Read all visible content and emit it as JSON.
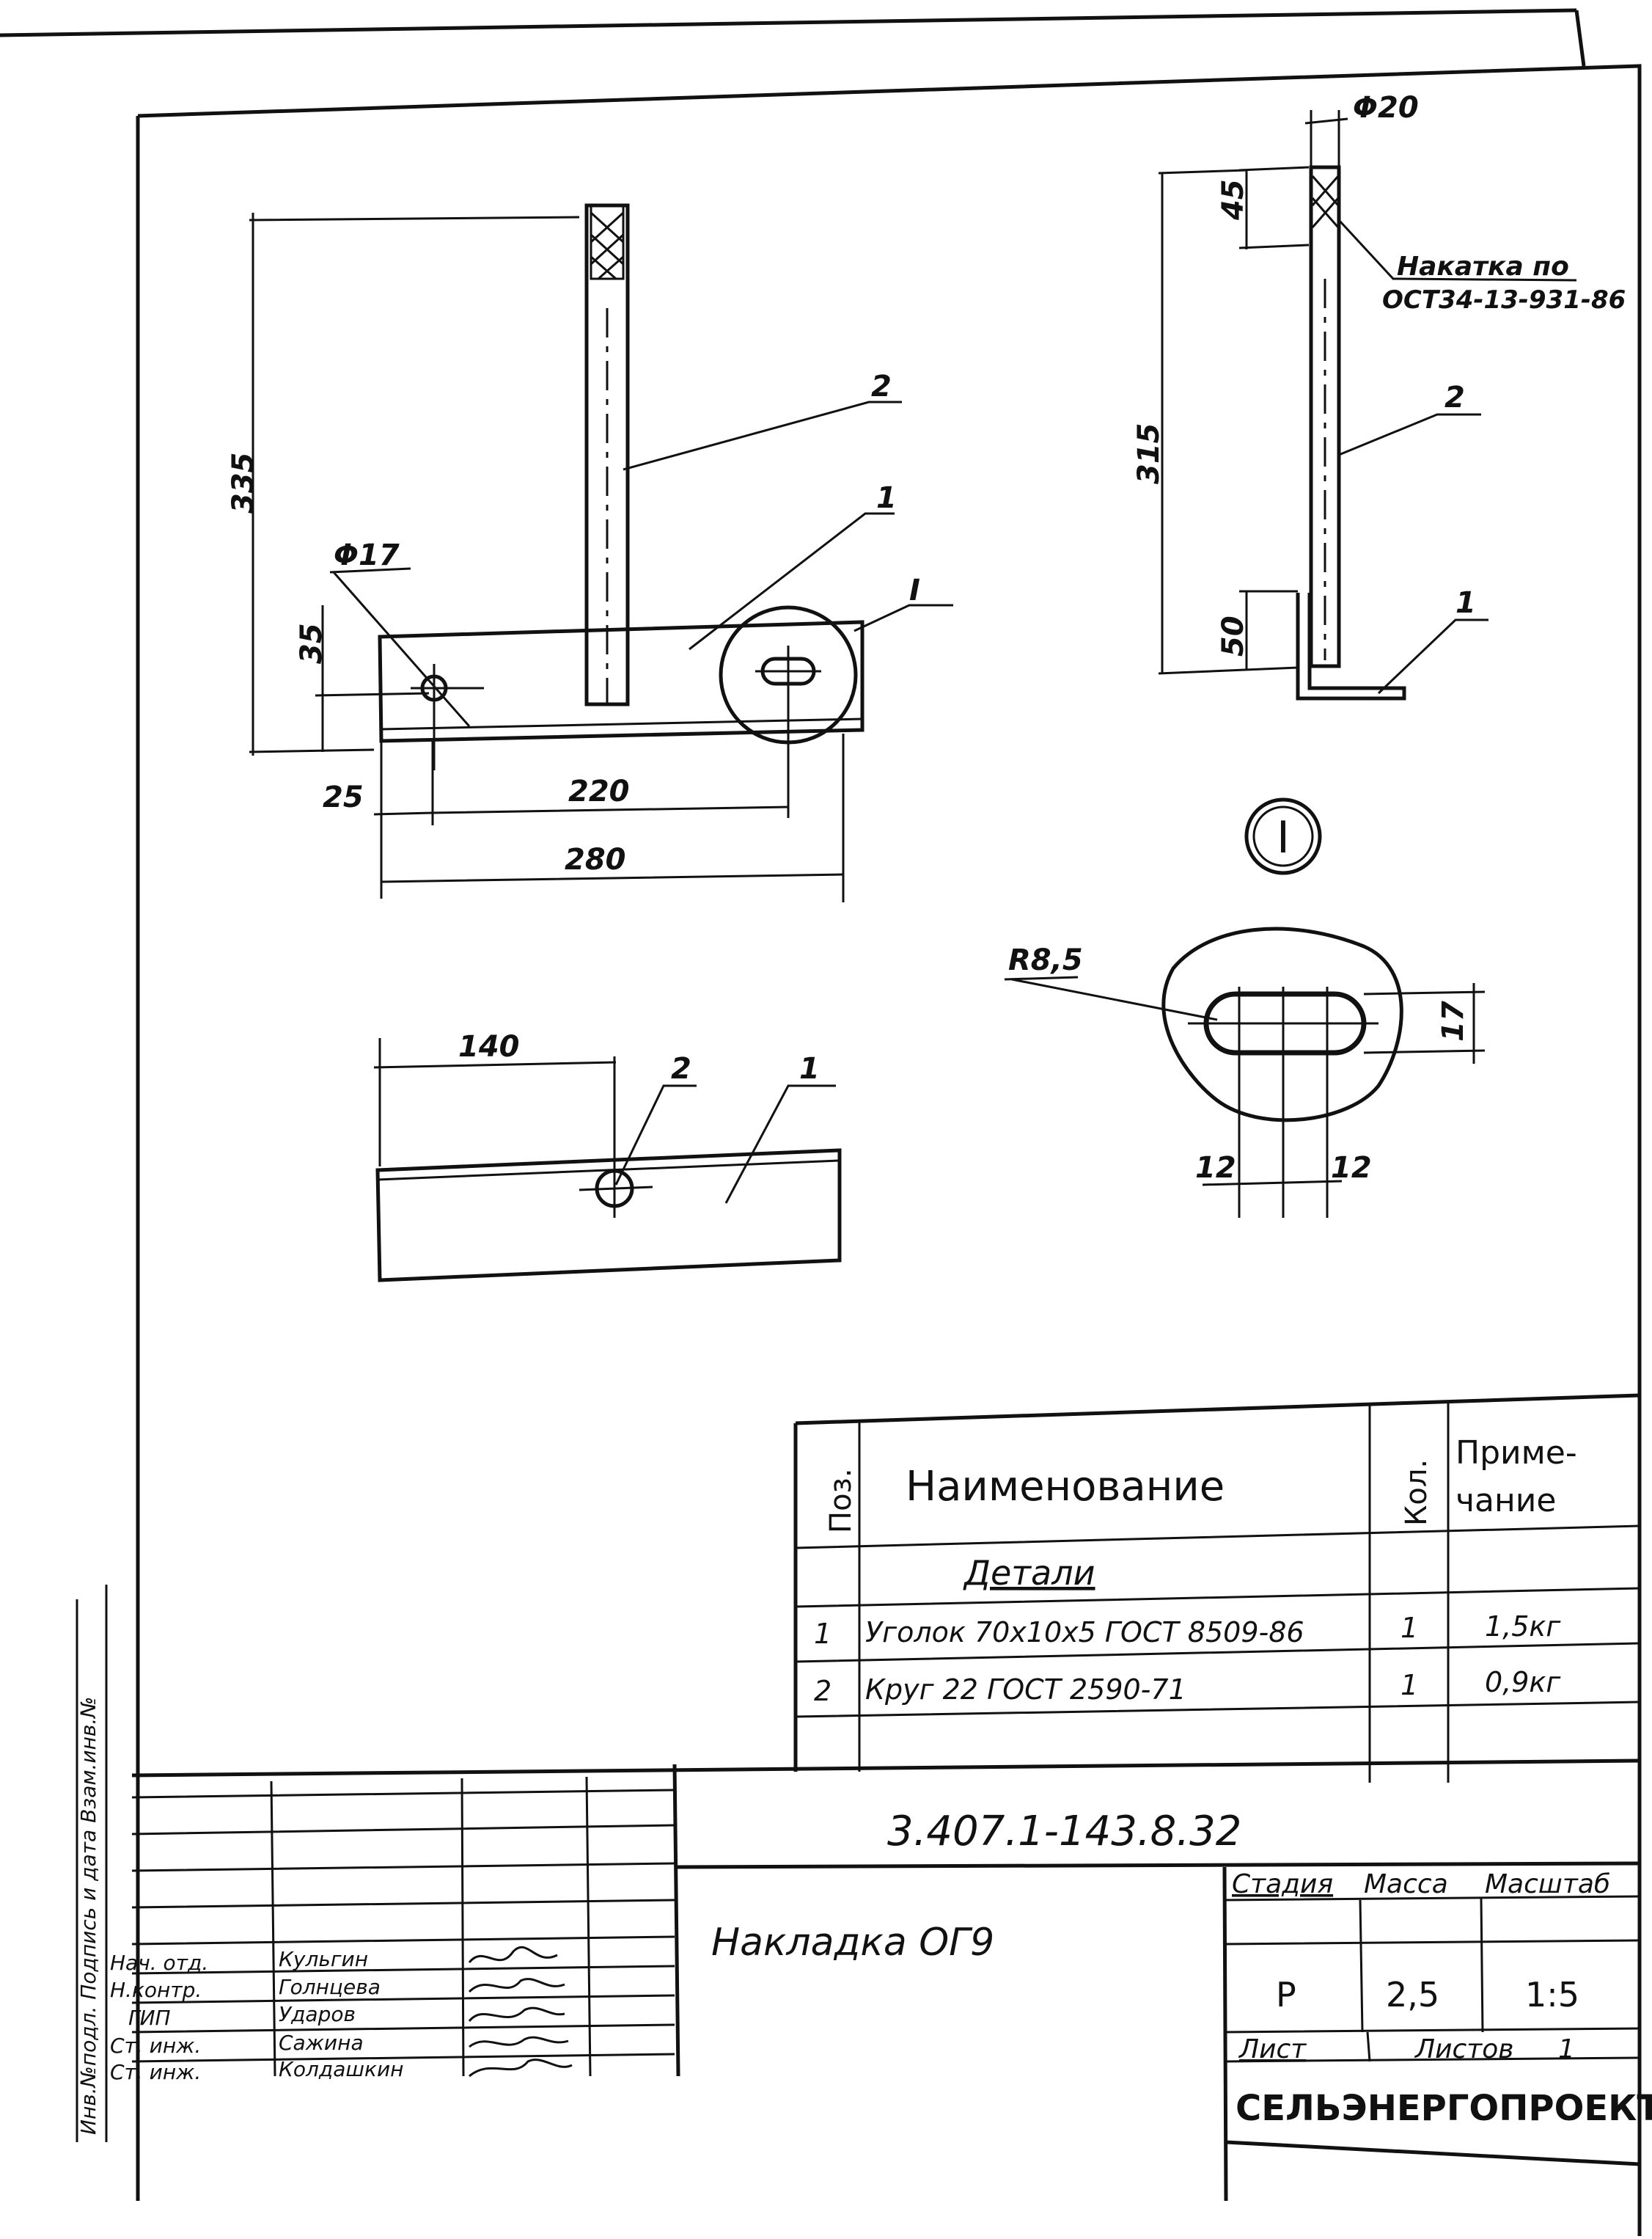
{
  "drawing": {
    "view_main": {
      "dim_height": "335",
      "dim_hole": "Φ17",
      "dim_hole_offset": "35",
      "dim_left": "25",
      "dim_spacing": "220",
      "dim_length": "280",
      "callout_rod": "2",
      "callout_angle": "1",
      "callout_detail": "I"
    },
    "view_side": {
      "dim_diameter": "Φ20",
      "dim_knurl": "45",
      "dim_rod": "315",
      "dim_bottom": "50",
      "knurl_note_line1": "Накатка по",
      "knurl_note_line2": "ОСТ34-13-931-86",
      "callout_rod": "2",
      "callout_angle": "1"
    },
    "view_top": {
      "dim_offset": "140",
      "callout_rod": "2",
      "callout_angle": "1"
    },
    "detail": {
      "label": "I",
      "dim_radius": "R8,5",
      "dim_width": "17",
      "dim_left": "12",
      "dim_right": "12"
    }
  },
  "spec": {
    "header_pos": "Поз.",
    "header_name": "Наименование",
    "header_qty": "Кол.",
    "header_note_line1": "Приме-",
    "header_note_line2": "чание",
    "section": "Детали",
    "rows": [
      {
        "pos": "1",
        "name": "Уголок 70х10х5 ГОСТ 8509-86",
        "qty": "1",
        "note": "1,5кг"
      },
      {
        "pos": "2",
        "name": "Круг 22 ГОСТ 2590-71",
        "qty": "1",
        "note": "0,9кг"
      }
    ]
  },
  "title_block": {
    "doc_code": "3.407.1-143.8.32",
    "title": "Накладка ОГ9",
    "stage_label": "Стадия",
    "mass_label": "Масса",
    "scale_label": "Масштаб",
    "stage": "Р",
    "mass": "2,5",
    "scale": "1:5",
    "sheet_label": "Лист",
    "sheets_label": "Листов",
    "sheets": "1",
    "org": "СЕЛЬЭНЕРГОПРОЕКТ",
    "signatures": [
      {
        "role": "Нач. отд.",
        "name": "Кульгин"
      },
      {
        "role": "Н.контр.",
        "name": "Голнцева"
      },
      {
        "role": "ГИП",
        "name": "Ударов"
      },
      {
        "role": "Ст. инж.",
        "name": "Сажина"
      },
      {
        "role": "Ст. инж.",
        "name": "Колдашкин"
      }
    ],
    "side_stamp": "Инв.№подл. Подпись и дата Взам.инв.№"
  }
}
